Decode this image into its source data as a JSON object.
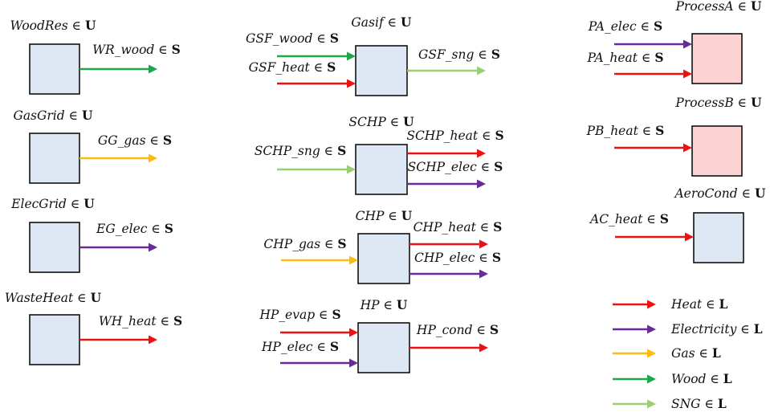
{
  "colors": {
    "Heat": "#ee1111",
    "Electricity": "#6a2a9a",
    "Gas": "#fcbc0c",
    "Wood": "#1aa84a",
    "SNG": "#98cf74",
    "unit_fill_blue": "#dde8f4",
    "unit_fill_pink": "#fdd2d2",
    "unit_stroke": "#111111"
  },
  "units": [
    {
      "id": "woodres",
      "name": "WoodRes",
      "set": "U",
      "fill": "blue"
    },
    {
      "id": "gasgrid",
      "name": "GasGrid",
      "set": "U",
      "fill": "blue"
    },
    {
      "id": "elecgrid",
      "name": "ElecGrid",
      "set": "U",
      "fill": "blue"
    },
    {
      "id": "wasteheat",
      "name": "WasteHeat",
      "set": "U",
      "fill": "blue"
    },
    {
      "id": "gasif",
      "name": "Gasif",
      "set": "U",
      "fill": "blue"
    },
    {
      "id": "schp",
      "name": "SCHP",
      "set": "U",
      "fill": "blue"
    },
    {
      "id": "chp",
      "name": "CHP",
      "set": "U",
      "fill": "blue"
    },
    {
      "id": "hp",
      "name": "HP",
      "set": "U",
      "fill": "blue"
    },
    {
      "id": "processa",
      "name": "ProcessA",
      "set": "U",
      "fill": "pink"
    },
    {
      "id": "processb",
      "name": "ProcessB",
      "set": "U",
      "fill": "pink"
    },
    {
      "id": "aerocond",
      "name": "AeroCond",
      "set": "U",
      "fill": "blue"
    }
  ],
  "streams": [
    {
      "id": "wr_wood",
      "name": "WR_wood",
      "set": "S",
      "layer": "Wood",
      "unit": "woodres",
      "dir": "out"
    },
    {
      "id": "gg_gas",
      "name": "GG_gas",
      "set": "S",
      "layer": "Gas",
      "unit": "gasgrid",
      "dir": "out"
    },
    {
      "id": "eg_elec",
      "name": "EG_elec",
      "set": "S",
      "layer": "Electricity",
      "unit": "elecgrid",
      "dir": "out"
    },
    {
      "id": "wh_heat",
      "name": "WH_heat",
      "set": "S",
      "layer": "Heat",
      "unit": "wasteheat",
      "dir": "out"
    },
    {
      "id": "gsf_wood",
      "name": "GSF_wood",
      "set": "S",
      "layer": "Wood",
      "unit": "gasif",
      "dir": "in"
    },
    {
      "id": "gsf_heat",
      "name": "GSF_heat",
      "set": "S",
      "layer": "Heat",
      "unit": "gasif",
      "dir": "in"
    },
    {
      "id": "gsf_sng",
      "name": "GSF_sng",
      "set": "S",
      "layer": "SNG",
      "unit": "gasif",
      "dir": "out"
    },
    {
      "id": "schp_sng",
      "name": "SCHP_sng",
      "set": "S",
      "layer": "SNG",
      "unit": "schp",
      "dir": "in"
    },
    {
      "id": "schp_heat",
      "name": "SCHP_heat",
      "set": "S",
      "layer": "Heat",
      "unit": "schp",
      "dir": "out"
    },
    {
      "id": "schp_elec",
      "name": "SCHP_elec",
      "set": "S",
      "layer": "Electricity",
      "unit": "schp",
      "dir": "out"
    },
    {
      "id": "chp_gas",
      "name": "CHP_gas",
      "set": "S",
      "layer": "Gas",
      "unit": "chp",
      "dir": "in"
    },
    {
      "id": "chp_heat",
      "name": "CHP_heat",
      "set": "S",
      "layer": "Heat",
      "unit": "chp",
      "dir": "out"
    },
    {
      "id": "chp_elec",
      "name": "CHP_elec",
      "set": "S",
      "layer": "Electricity",
      "unit": "chp",
      "dir": "out"
    },
    {
      "id": "hp_evap",
      "name": "HP_evap",
      "set": "S",
      "layer": "Heat",
      "unit": "hp",
      "dir": "in"
    },
    {
      "id": "hp_elec",
      "name": "HP_elec",
      "set": "S",
      "layer": "Electricity",
      "unit": "hp",
      "dir": "in"
    },
    {
      "id": "hp_cond",
      "name": "HP_cond",
      "set": "S",
      "layer": "Heat",
      "unit": "hp",
      "dir": "out"
    },
    {
      "id": "pa_elec",
      "name": "PA_elec",
      "set": "S",
      "layer": "Electricity",
      "unit": "processa",
      "dir": "in"
    },
    {
      "id": "pa_heat",
      "name": "PA_heat",
      "set": "S",
      "layer": "Heat",
      "unit": "processa",
      "dir": "in"
    },
    {
      "id": "pb_heat",
      "name": "PB_heat",
      "set": "S",
      "layer": "Heat",
      "unit": "processb",
      "dir": "in"
    },
    {
      "id": "ac_heat",
      "name": "AC_heat",
      "set": "S",
      "layer": "Heat",
      "unit": "aerocond",
      "dir": "in"
    }
  ],
  "legend": [
    {
      "id": "heat",
      "name": "Heat",
      "set": "L"
    },
    {
      "id": "electricity",
      "name": "Electricity",
      "set": "L"
    },
    {
      "id": "gas",
      "name": "Gas",
      "set": "L"
    },
    {
      "id": "wood",
      "name": "Wood",
      "set": "L"
    },
    {
      "id": "sng",
      "name": "SNG",
      "set": "L"
    }
  ],
  "symbols": {
    "element_of": "∈"
  }
}
